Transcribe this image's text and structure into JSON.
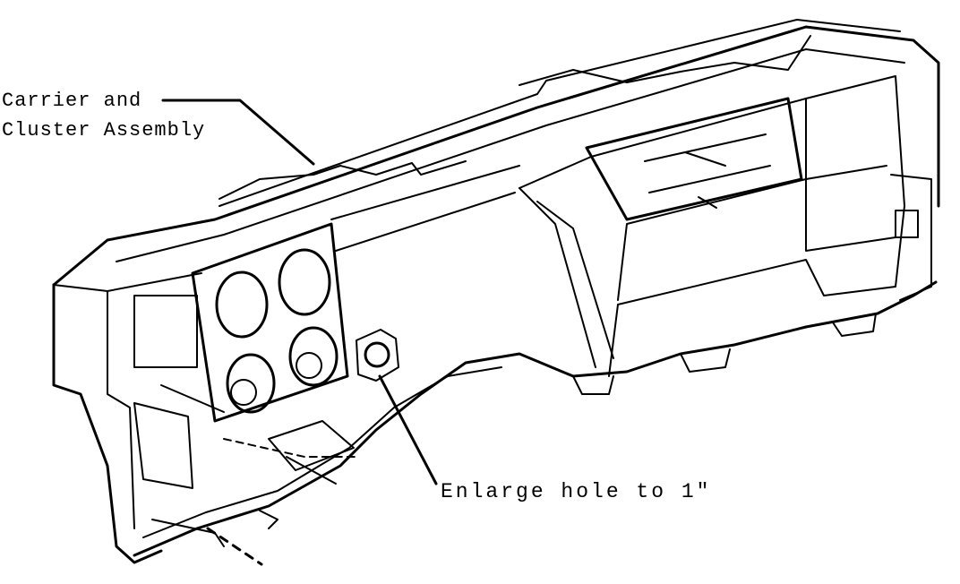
{
  "labels": {
    "carrier_line1": "Carrier and",
    "carrier_line2": "Cluster Assembly",
    "hole": "Enlarge hole to 1\""
  },
  "colors": {
    "ink": "#000000",
    "paper": "#ffffff"
  }
}
